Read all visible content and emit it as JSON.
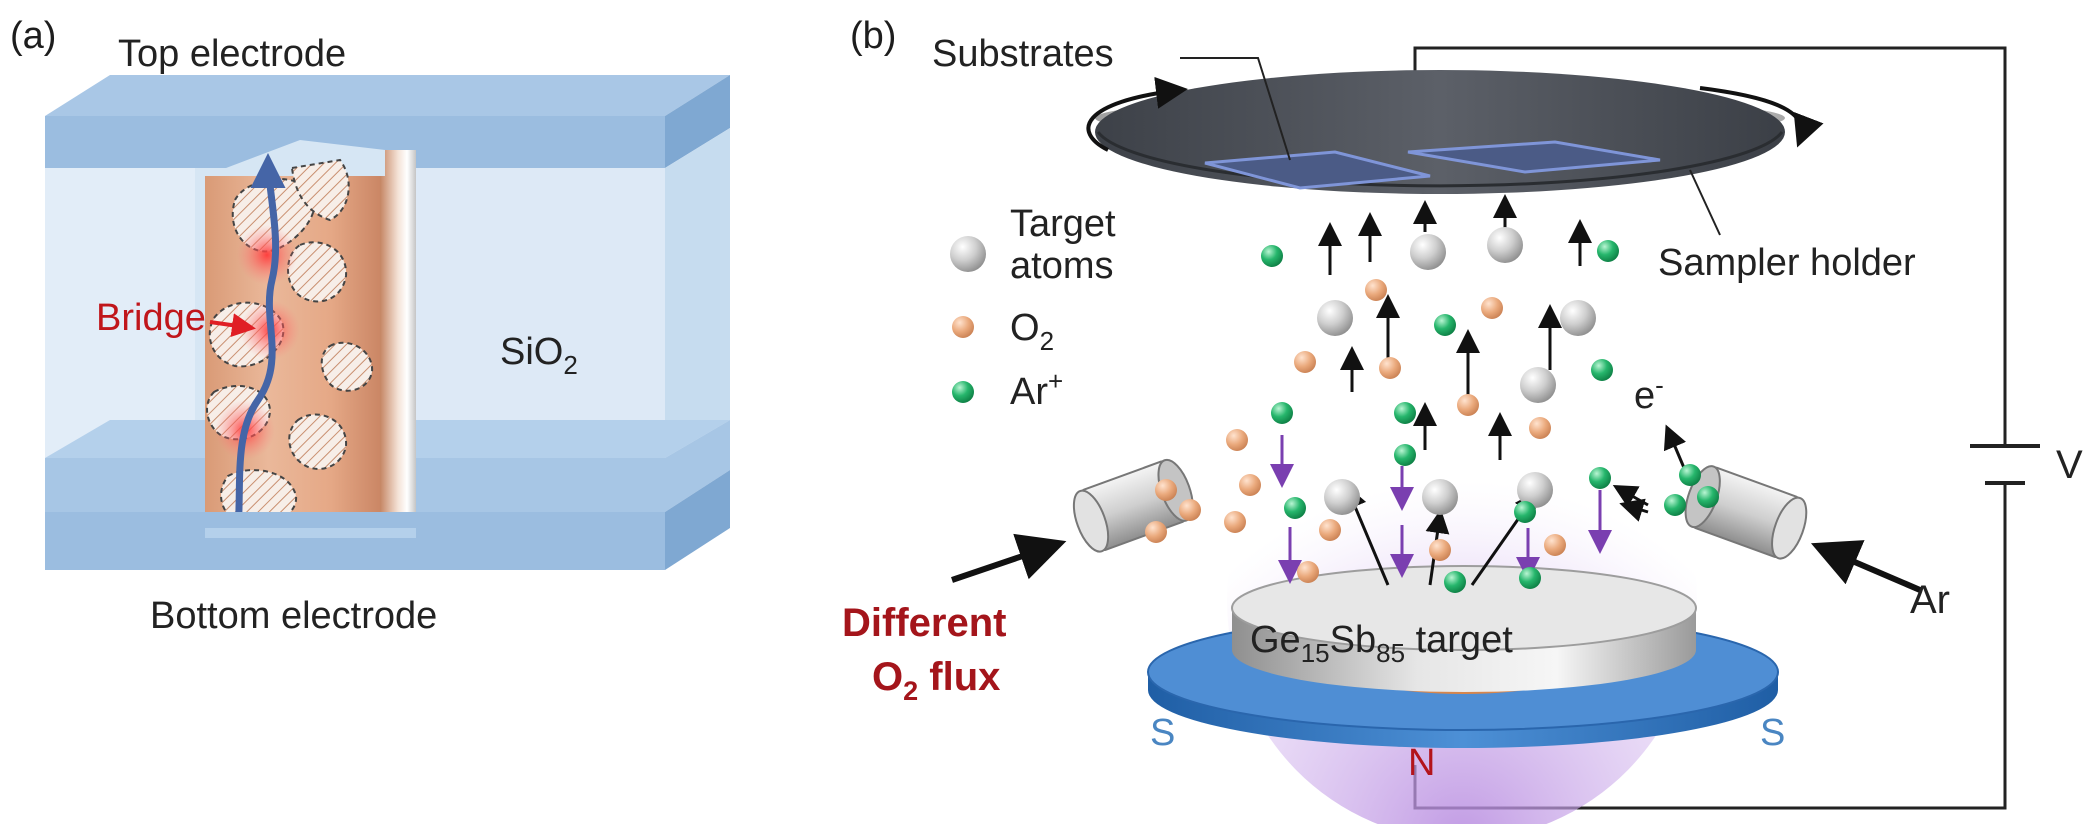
{
  "panel_a": {
    "label": "(a)",
    "top_electrode": "Top electrode",
    "bottom_electrode": "Bottom electrode",
    "bridge": "Bridge",
    "sio2": "SiO",
    "sio2_sub": "2"
  },
  "panel_b": {
    "label": "(b)",
    "substrates": "Substrates",
    "sampler_holder": "Sampler holder",
    "legend_target_1": "Target",
    "legend_target_2": "atoms",
    "legend_o": "O",
    "legend_o_sub": "2",
    "legend_ar": "Ar",
    "legend_ar_sup": "+",
    "electron": "e",
    "electron_sup": "-",
    "voltage": "V",
    "ar": "Ar",
    "flux_1": "Different",
    "flux_2a": "O",
    "flux_2sub": "2",
    "flux_2b": " flux",
    "target_ge": "Ge",
    "target_ge_sub": "15",
    "target_sb": "Sb",
    "target_sb_sub": "85",
    "target_word": " target",
    "pole_s_left": "S",
    "pole_n": "N",
    "pole_s_right": "S"
  },
  "colors": {
    "electrode_blue": "#9fc1e2",
    "oxide_light": "#dceaf7",
    "filament_copper": "#e1a17f",
    "ar_green": "#22b36a",
    "o2_orange": "#e7a77b",
    "target_atom_gray": "#c8c8c8",
    "plasma_purple": "#c9a6e6",
    "magnet_blue": "#3b7cc4",
    "label_red": "#c0161b"
  }
}
